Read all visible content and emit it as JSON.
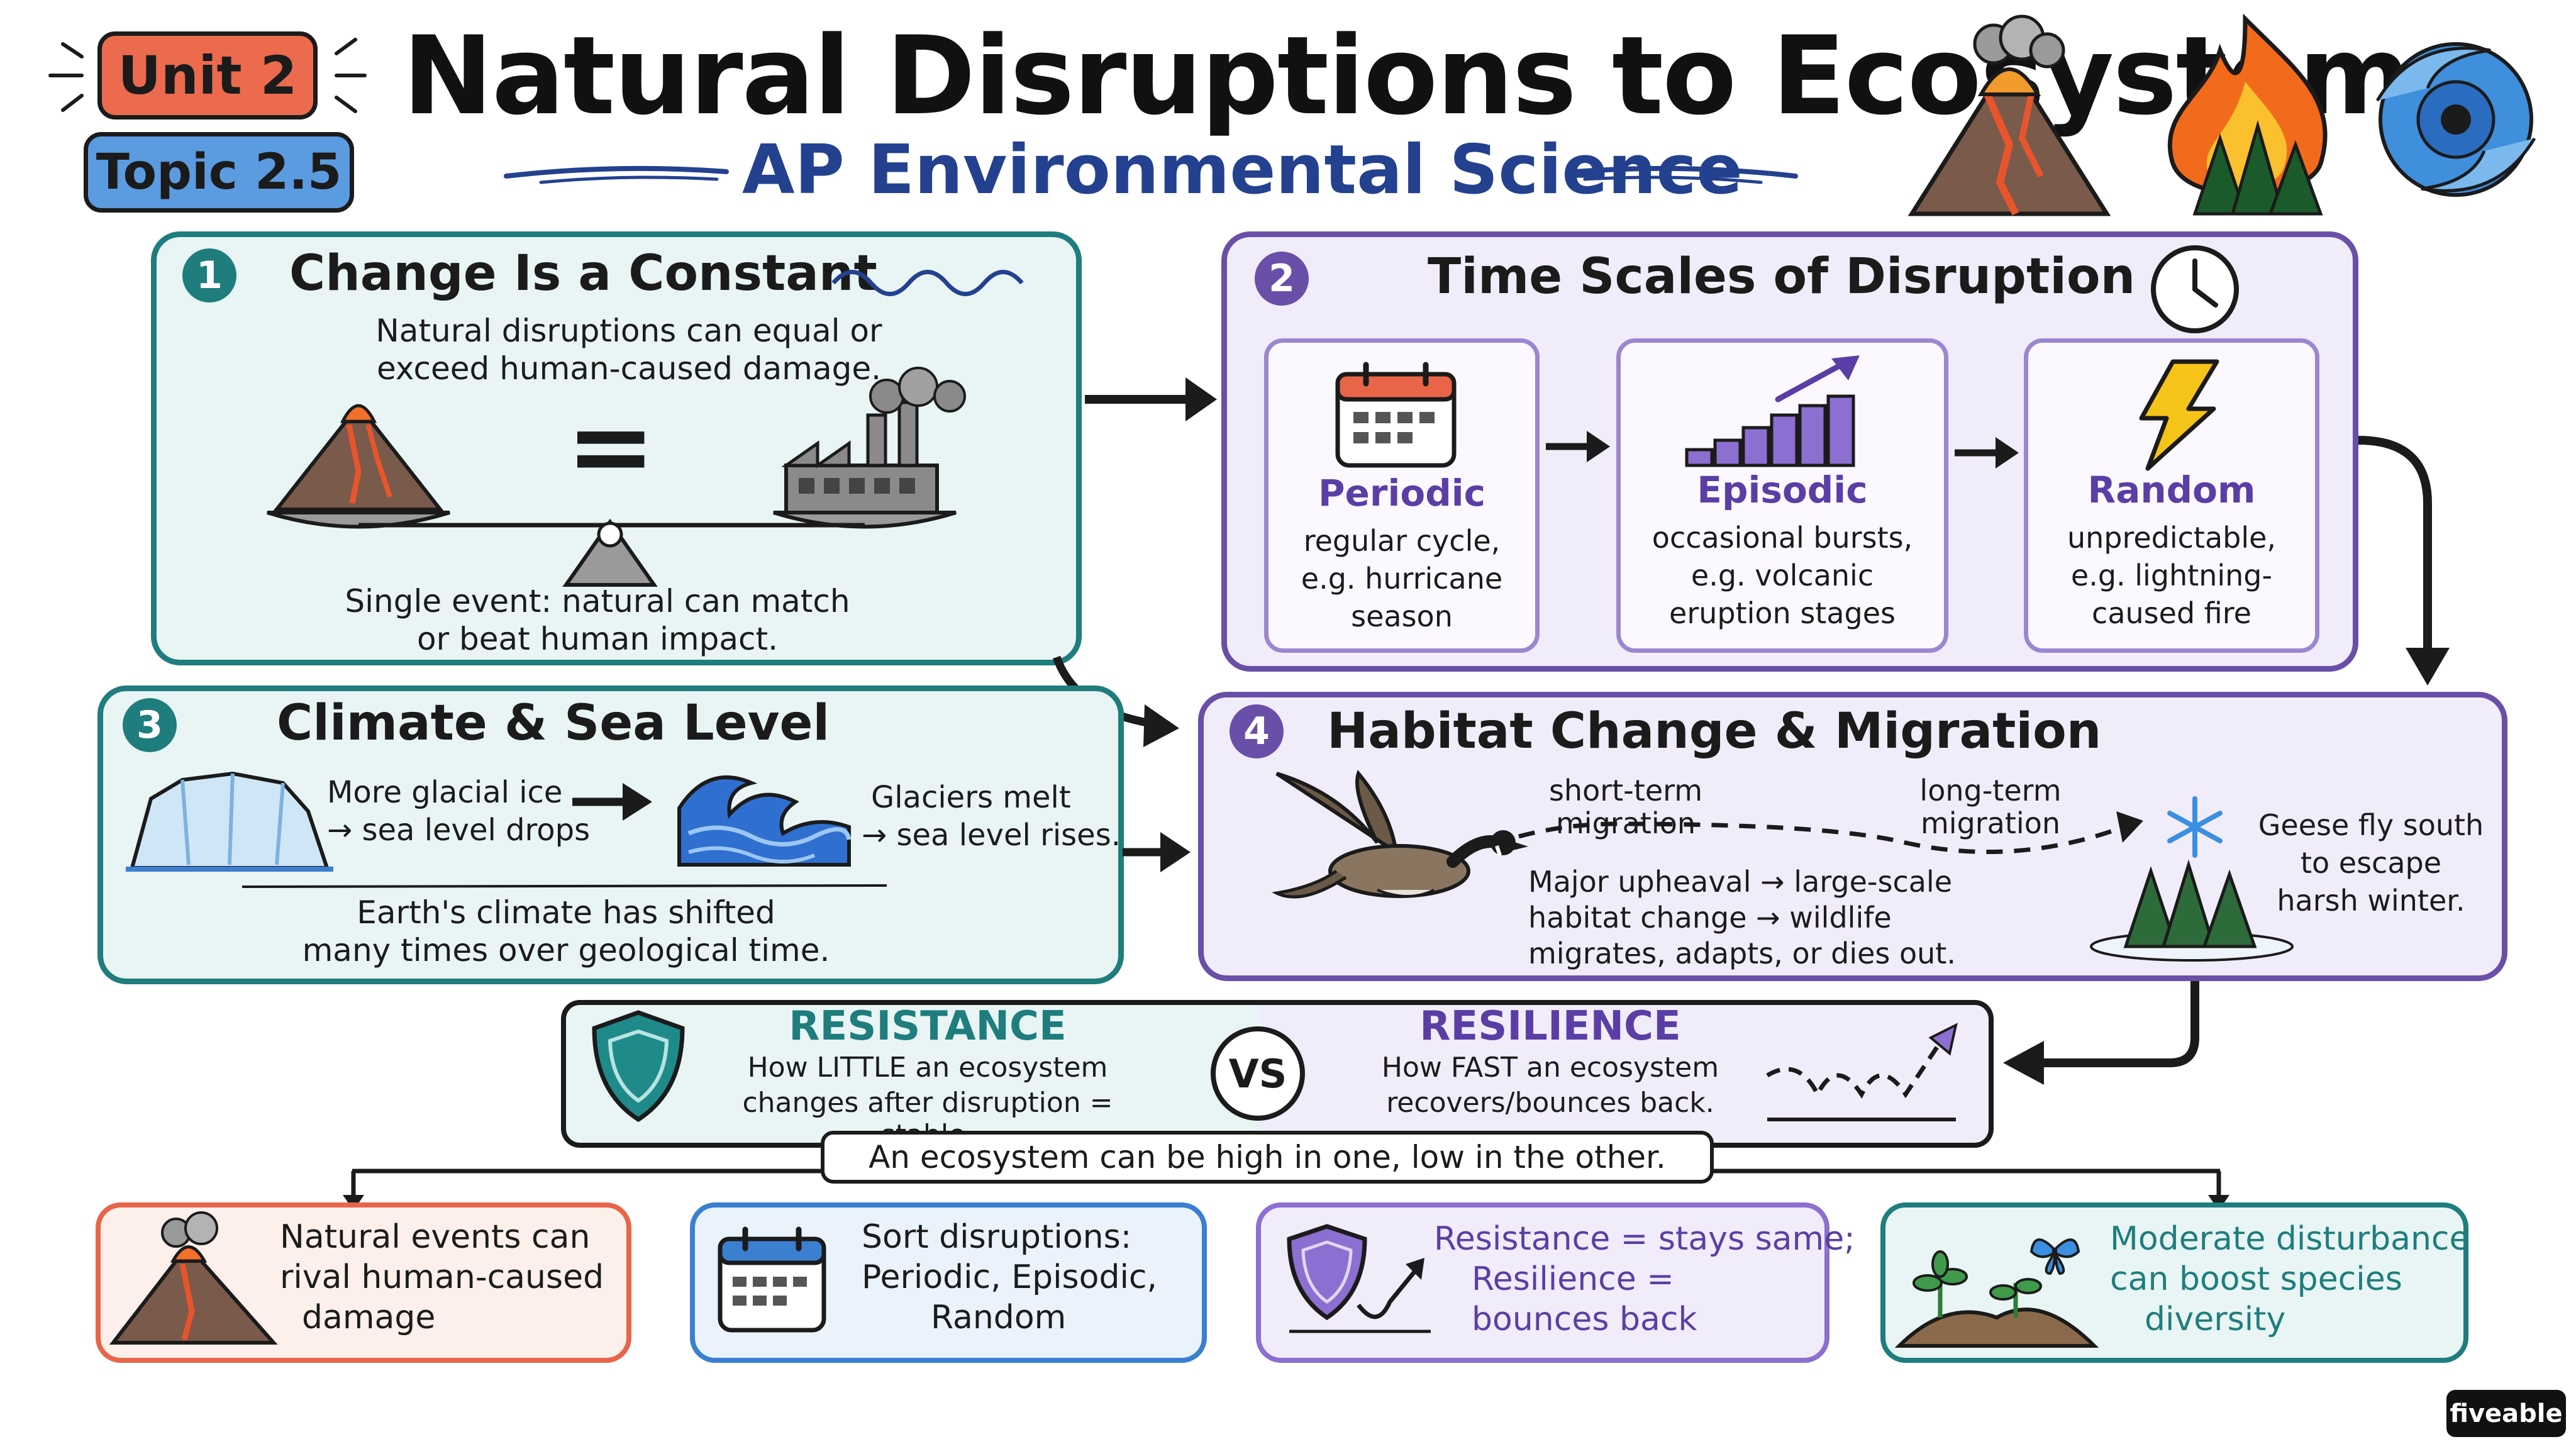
{
  "header": {
    "unit_badge": "Unit 2",
    "topic_badge": "Topic 2.5",
    "title": "Natural Disruptions to Ecosystems",
    "subtitle": "AP Environmental Science"
  },
  "panel1": {
    "number": "1",
    "title": "Change Is a Constant",
    "intro_line1": "Natural disruptions can equal or",
    "intro_line2": "exceed human-caused damage.",
    "equals_sign": "=",
    "caption_line1": "Single event: natural can match",
    "caption_line2": "or beat human impact."
  },
  "panel2": {
    "number": "2",
    "title": "Time Scales of Disruption",
    "cards": [
      {
        "name": "Periodic",
        "line1": "regular cycle,",
        "line2": "e.g. hurricane",
        "line3": "season"
      },
      {
        "name": "Episodic",
        "line1": "occasional bursts,",
        "line2": "e.g. volcanic",
        "line3": "eruption stages"
      },
      {
        "name": "Random",
        "line1": "unpredictable,",
        "line2": "e.g. lightning-",
        "line3": "caused fire"
      }
    ]
  },
  "panel3": {
    "number": "3",
    "title": "Climate & Sea Level",
    "ice_line1": "More glacial ice",
    "ice_line2": "→ sea level drops",
    "melt_line1": "Glaciers melt",
    "melt_line2": "→ sea level rises.",
    "caption_line1": "Earth's climate has shifted",
    "caption_line2": "many times over geological time."
  },
  "panel4": {
    "number": "4",
    "title": "Habitat Change & Migration",
    "short_term_line1": "short-term",
    "short_term_line2": "migration",
    "long_term_line1": "long-term",
    "long_term_line2": "migration",
    "upheaval_line1": "Major upheaval → large-scale",
    "upheaval_line2": "habitat change → wildlife",
    "upheaval_line3": "migrates, adapts, or dies out.",
    "geese_line1": "Geese fly south",
    "geese_line2": "to escape",
    "geese_line3": "harsh winter."
  },
  "comparison": {
    "resistance_title": "RESISTANCE",
    "resistance_line1": "How LITTLE an ecosystem",
    "resistance_line2": "changes after disruption = stable.",
    "vs": "VS",
    "resilience_title": "RESILIENCE",
    "resilience_line1": "How FAST an ecosystem",
    "resilience_line2": "recovers/bounces back.",
    "note": "An ecosystem can be high in one, low in the other."
  },
  "summary_cards": [
    {
      "line1": "Natural events can",
      "line2": "rival human-caused",
      "line3": "damage"
    },
    {
      "line1": "Sort disruptions:",
      "line2": "Periodic, Episodic,",
      "line3": "Random"
    },
    {
      "line1": "Resistance = stays same;",
      "line2": "Resilience =",
      "line3": "bounces back"
    },
    {
      "line1": "Moderate disturbance",
      "line2": "can boost species",
      "line3": "diversity"
    }
  ],
  "brand": "fiveable",
  "colors": {
    "teal": "#1f7d7d",
    "purple": "#6a4fa8",
    "orange": "#e8654a",
    "blue": "#3b7fd0",
    "navy": "#23418f"
  }
}
